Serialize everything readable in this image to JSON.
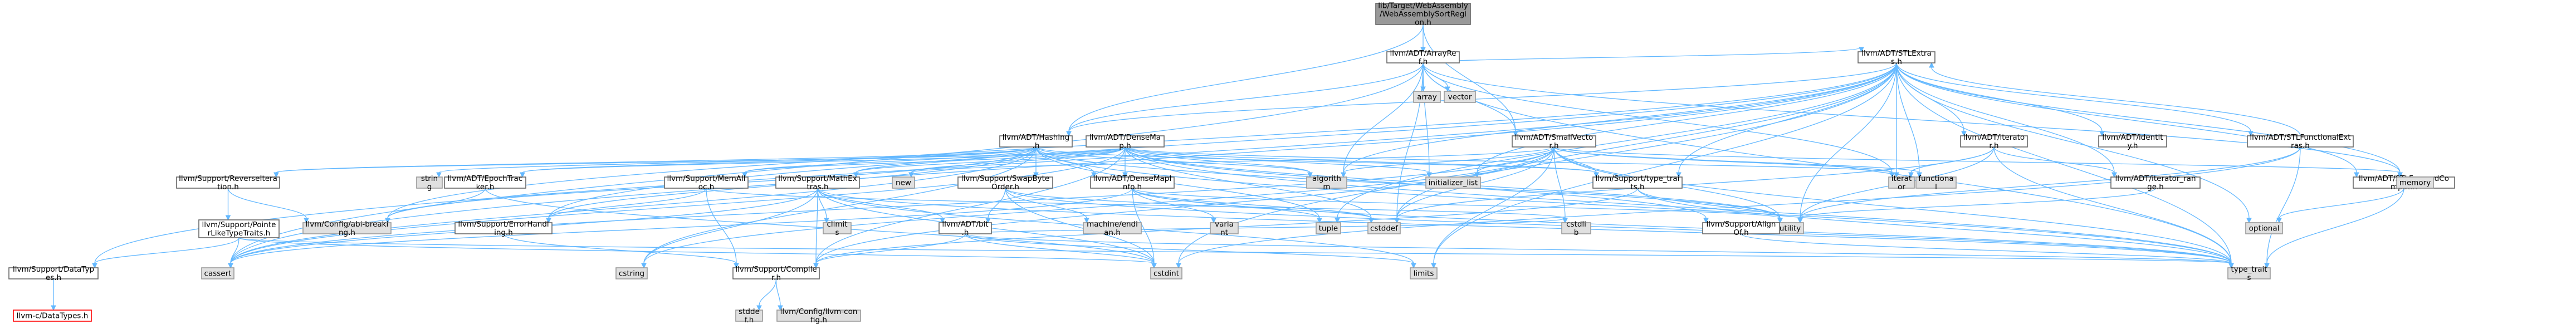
{
  "graph": {
    "style": {
      "edge_color": "#63b8ff",
      "doc_fill": "#ffffff",
      "doc_stroke": "#666666",
      "system_fill": "#e0e0e0",
      "system_stroke": "#999999",
      "root_fill": "#999999",
      "root_stroke": "#666666",
      "nodoc_stroke": "#ff0000"
    },
    "nodes": [
      {
        "id": "root",
        "label": "lib/Target/WebAssembly/WebAssemblySortRegion.h",
        "kind": "root"
      },
      {
        "id": "arrayref",
        "label": "llvm/ADT/ArrayRef.h",
        "kind": "doc"
      },
      {
        "id": "array",
        "label": "array",
        "kind": "system"
      },
      {
        "id": "vector",
        "label": "vector",
        "kind": "system"
      },
      {
        "id": "stlextras",
        "label": "llvm/ADT/STLExtras.h",
        "kind": "doc"
      },
      {
        "id": "hashing",
        "label": "llvm/ADT/Hashing.h",
        "kind": "doc"
      },
      {
        "id": "densemap",
        "label": "llvm/ADT/DenseMap.h",
        "kind": "doc"
      },
      {
        "id": "smallvector",
        "label": "llvm/ADT/SmallVector.h",
        "kind": "doc"
      },
      {
        "id": "adtiterator",
        "label": "llvm/ADT/iterator.h",
        "kind": "doc"
      },
      {
        "id": "identity",
        "label": "llvm/ADT/identity.h",
        "kind": "doc"
      },
      {
        "id": "stlfunc",
        "label": "llvm/ADT/STLFunctionalExtras.h",
        "kind": "doc"
      },
      {
        "id": "stlfwd",
        "label": "llvm/ADT/STLForwardCompat.h",
        "kind": "doc"
      },
      {
        "id": "itrange",
        "label": "llvm/ADT/iterator_range.h",
        "kind": "doc"
      },
      {
        "id": "memory",
        "label": "memory",
        "kind": "system"
      },
      {
        "id": "optional",
        "label": "optional",
        "kind": "system"
      },
      {
        "id": "functional",
        "label": "functional",
        "kind": "system"
      },
      {
        "id": "iterator",
        "label": "iterator",
        "kind": "system"
      },
      {
        "id": "algorithm",
        "label": "algorithm",
        "kind": "system"
      },
      {
        "id": "initlist",
        "label": "initializer_list",
        "kind": "system"
      },
      {
        "id": "typetraits",
        "label": "type_traits",
        "kind": "system"
      },
      {
        "id": "utility",
        "label": "utility",
        "kind": "system"
      },
      {
        "id": "cstddef",
        "label": "cstddef",
        "kind": "system"
      },
      {
        "id": "cstdlib",
        "label": "cstdlib",
        "kind": "system"
      },
      {
        "id": "tuple",
        "label": "tuple",
        "kind": "system"
      },
      {
        "id": "cstdint",
        "label": "cstdint",
        "kind": "system"
      },
      {
        "id": "limits",
        "label": "limits",
        "kind": "system"
      },
      {
        "id": "cstring",
        "label": "cstring",
        "kind": "system"
      },
      {
        "id": "cassert",
        "label": "cassert",
        "kind": "system"
      },
      {
        "id": "string",
        "label": "string",
        "kind": "system"
      },
      {
        "id": "new",
        "label": "new",
        "kind": "system"
      },
      {
        "id": "variant",
        "label": "variant",
        "kind": "system"
      },
      {
        "id": "climits",
        "label": "climits",
        "kind": "system"
      },
      {
        "id": "machendian",
        "label": "machine/endian.h",
        "kind": "system"
      },
      {
        "id": "stddef",
        "label": "stddef.h",
        "kind": "system"
      },
      {
        "id": "revit",
        "label": "llvm/Support/ReverseIteration.h",
        "kind": "doc"
      },
      {
        "id": "epochtracker",
        "label": "llvm/ADT/EpochTracker.h",
        "kind": "doc"
      },
      {
        "id": "memalloc",
        "label": "llvm/Support/MemAlloc.h",
        "kind": "doc"
      },
      {
        "id": "mathextras",
        "label": "llvm/Support/MathExtras.h",
        "kind": "doc"
      },
      {
        "id": "swapbyte",
        "label": "llvm/Support/SwapByteOrder.h",
        "kind": "doc"
      },
      {
        "id": "densemapinfo",
        "label": "llvm/ADT/DenseMapInfo.h",
        "kind": "doc"
      },
      {
        "id": "suptypetraits",
        "label": "llvm/Support/type_traits.h",
        "kind": "doc"
      },
      {
        "id": "alignof",
        "label": "llvm/Support/AlignOf.h",
        "kind": "doc"
      },
      {
        "id": "ptrlike",
        "label": "llvm/Support/PointerLikeTypeTraits.h",
        "kind": "doc"
      },
      {
        "id": "abibreak",
        "label": "llvm/Config/abi-breaking.h",
        "kind": "system"
      },
      {
        "id": "errhandling",
        "label": "llvm/Support/ErrorHandling.h",
        "kind": "doc"
      },
      {
        "id": "bit",
        "label": "llvm/ADT/bit.h",
        "kind": "doc"
      },
      {
        "id": "datatypes",
        "label": "llvm/Support/DataTypes.h",
        "kind": "doc"
      },
      {
        "id": "cdatatypes",
        "label": "llvm-c/DataTypes.h",
        "kind": "nodoc"
      },
      {
        "id": "compiler",
        "label": "llvm/Support/Compiler.h",
        "kind": "doc"
      },
      {
        "id": "llvmconfig",
        "label": "llvm/Config/llvm-config.h",
        "kind": "system"
      }
    ],
    "edges": [
      [
        "root",
        "arrayref"
      ],
      [
        "root",
        "hashing"
      ],
      [
        "root",
        "smallvector"
      ],
      [
        "arrayref",
        "array"
      ],
      [
        "arrayref",
        "vector"
      ],
      [
        "arrayref",
        "stlextras"
      ],
      [
        "arrayref",
        "smallvector"
      ],
      [
        "arrayref",
        "hashing"
      ],
      [
        "arrayref",
        "algorithm"
      ],
      [
        "arrayref",
        "initlist"
      ],
      [
        "arrayref",
        "iterator"
      ],
      [
        "arrayref",
        "memory"
      ],
      [
        "arrayref",
        "typetraits"
      ],
      [
        "arrayref",
        "cassert"
      ],
      [
        "arrayref",
        "cstddef"
      ],
      [
        "stlextras",
        "hashing"
      ],
      [
        "stlextras",
        "stlfunc"
      ],
      [
        "stlextras",
        "stlfwd"
      ],
      [
        "stlextras",
        "adtiterator"
      ],
      [
        "stlextras",
        "itrange"
      ],
      [
        "stlextras",
        "identity"
      ],
      [
        "stlextras",
        "memory"
      ],
      [
        "stlextras",
        "optional"
      ],
      [
        "stlextras",
        "functional"
      ],
      [
        "stlextras",
        "iterator"
      ],
      [
        "stlextras",
        "algorithm"
      ],
      [
        "stlextras",
        "initlist"
      ],
      [
        "stlextras",
        "typetraits"
      ],
      [
        "stlextras",
        "utility"
      ],
      [
        "stlextras",
        "tuple"
      ],
      [
        "stlextras",
        "cstdint"
      ],
      [
        "stlextras",
        "limits"
      ],
      [
        "stlextras",
        "cstddef"
      ],
      [
        "stlextras",
        "cassert"
      ],
      [
        "stlextras",
        "abibreak"
      ],
      [
        "stlextras",
        "errhandling"
      ],
      [
        "stlextras",
        "suptypetraits"
      ],
      [
        "stlextras",
        "datatypes"
      ],
      [
        "hashing",
        "revit"
      ],
      [
        "hashing",
        "epochtracker"
      ],
      [
        "hashing",
        "memalloc"
      ],
      [
        "hashing",
        "mathextras"
      ],
      [
        "hashing",
        "swapbyte"
      ],
      [
        "hashing",
        "densemapinfo"
      ],
      [
        "hashing",
        "suptypetraits"
      ],
      [
        "hashing",
        "string"
      ],
      [
        "hashing",
        "algorithm"
      ],
      [
        "hashing",
        "cassert"
      ],
      [
        "hashing",
        "cstring"
      ],
      [
        "hashing",
        "tuple"
      ],
      [
        "hashing",
        "utility"
      ],
      [
        "hashing",
        "errhandling"
      ],
      [
        "hashing",
        "abibreak"
      ],
      [
        "hashing",
        "typetraits"
      ],
      [
        "densemap",
        "epochtracker"
      ],
      [
        "densemap",
        "memalloc"
      ],
      [
        "densemap",
        "mathextras"
      ],
      [
        "densemap",
        "densemapinfo"
      ],
      [
        "densemap",
        "alignof"
      ],
      [
        "densemap",
        "suptypetraits"
      ],
      [
        "densemap",
        "revit"
      ],
      [
        "densemap",
        "compiler"
      ],
      [
        "densemap",
        "new"
      ],
      [
        "densemap",
        "algorithm"
      ],
      [
        "densemap",
        "initlist"
      ],
      [
        "densemap",
        "iterator"
      ],
      [
        "densemap",
        "utility"
      ],
      [
        "densemap",
        "cassert"
      ],
      [
        "densemap",
        "cstddef"
      ],
      [
        "densemap",
        "typetraits"
      ],
      [
        "smallvector",
        "suptypetraits"
      ],
      [
        "smallvector",
        "compiler"
      ],
      [
        "smallvector",
        "algorithm"
      ],
      [
        "smallvector",
        "cassert"
      ],
      [
        "smallvector",
        "cstddef"
      ],
      [
        "smallvector",
        "cstdlib"
      ],
      [
        "smallvector",
        "cstring"
      ],
      [
        "smallvector",
        "functional"
      ],
      [
        "smallvector",
        "initlist"
      ],
      [
        "smallvector",
        "iterator"
      ],
      [
        "smallvector",
        "limits"
      ],
      [
        "smallvector",
        "memory"
      ],
      [
        "smallvector",
        "new"
      ],
      [
        "smallvector",
        "typetraits"
      ],
      [
        "smallvector",
        "utility"
      ],
      [
        "adtiterator",
        "itrange"
      ],
      [
        "adtiterator",
        "cstddef"
      ],
      [
        "adtiterator",
        "iterator"
      ],
      [
        "adtiterator",
        "typetraits"
      ],
      [
        "adtiterator",
        "utility"
      ],
      [
        "stlfunc",
        "stlextras"
      ],
      [
        "stlfunc",
        "cstdint"
      ],
      [
        "stlfunc",
        "typetraits"
      ],
      [
        "stlfunc",
        "utility"
      ],
      [
        "stlfwd",
        "optional"
      ],
      [
        "stlfwd",
        "typetraits"
      ],
      [
        "itrange",
        "utility"
      ],
      [
        "revit",
        "ptrlike"
      ],
      [
        "revit",
        "abibreak"
      ],
      [
        "ptrlike",
        "datatypes"
      ],
      [
        "ptrlike",
        "cassert"
      ],
      [
        "ptrlike",
        "cstdint"
      ],
      [
        "ptrlike",
        "typetraits"
      ],
      [
        "datatypes",
        "cdatatypes"
      ],
      [
        "epochtracker",
        "abibreak"
      ],
      [
        "epochtracker",
        "cstdint"
      ],
      [
        "memalloc",
        "compiler"
      ],
      [
        "memalloc",
        "errhandling"
      ],
      [
        "memalloc",
        "cstdlib"
      ],
      [
        "mathextras",
        "bit"
      ],
      [
        "mathextras",
        "compiler"
      ],
      [
        "mathextras",
        "cassert"
      ],
      [
        "mathextras",
        "climits"
      ],
      [
        "mathextras",
        "cstdint"
      ],
      [
        "mathextras",
        "cstring"
      ],
      [
        "mathextras",
        "limits"
      ],
      [
        "mathextras",
        "typetraits"
      ],
      [
        "swapbyte",
        "bit"
      ],
      [
        "swapbyte",
        "cstddef"
      ],
      [
        "swapbyte",
        "cstdint"
      ],
      [
        "swapbyte",
        "typetraits"
      ],
      [
        "swapbyte",
        "machendian"
      ],
      [
        "densemapinfo",
        "cassert"
      ],
      [
        "densemapinfo",
        "cstddef"
      ],
      [
        "densemapinfo",
        "cstdint"
      ],
      [
        "densemapinfo",
        "tuple"
      ],
      [
        "densemapinfo",
        "typetraits"
      ],
      [
        "densemapinfo",
        "utility"
      ],
      [
        "densemapinfo",
        "variant"
      ],
      [
        "suptypetraits",
        "compiler"
      ],
      [
        "suptypetraits",
        "typetraits"
      ],
      [
        "suptypetraits",
        "utility"
      ],
      [
        "alignof",
        "typetraits"
      ],
      [
        "errhandling",
        "compiler"
      ],
      [
        "bit",
        "compiler"
      ],
      [
        "bit",
        "cstdint"
      ],
      [
        "bit",
        "limits"
      ],
      [
        "bit",
        "typetraits"
      ],
      [
        "bit",
        "cstdlib"
      ],
      [
        "compiler",
        "llvmconfig"
      ],
      [
        "compiler",
        "stddef"
      ]
    ]
  }
}
